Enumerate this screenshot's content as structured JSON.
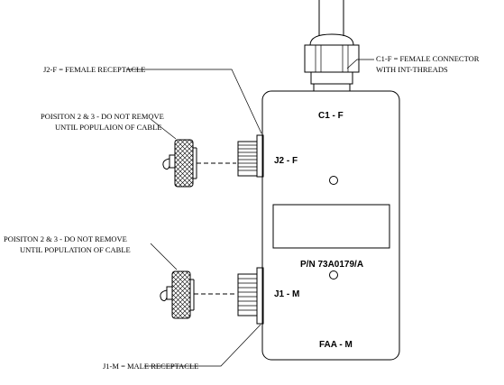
{
  "notes": {
    "c1_female": [
      "C1-F = FEMALE CONNECTOR",
      "WITH INT-THREADS"
    ],
    "j2_female": "J2-F = FEMALE RECEPTACLE",
    "position_upper": [
      "POISITON 2 & 3 - DO NOT REMOVE",
      "UNTIL POPULAION OF CABLE"
    ],
    "position_lower": [
      "POISITON 2 & 3 - DO NOT REMOVE",
      "UNTIL POPULATION OF CABLE"
    ],
    "j1_male": "J1-M = MALE RECEPTACLE"
  },
  "box_labels": {
    "c1": "C1 - F",
    "j2": "J2 - F",
    "part_number": "P/N 73A0179/A",
    "j1": "J1 - M",
    "faa": "FAA - M"
  }
}
